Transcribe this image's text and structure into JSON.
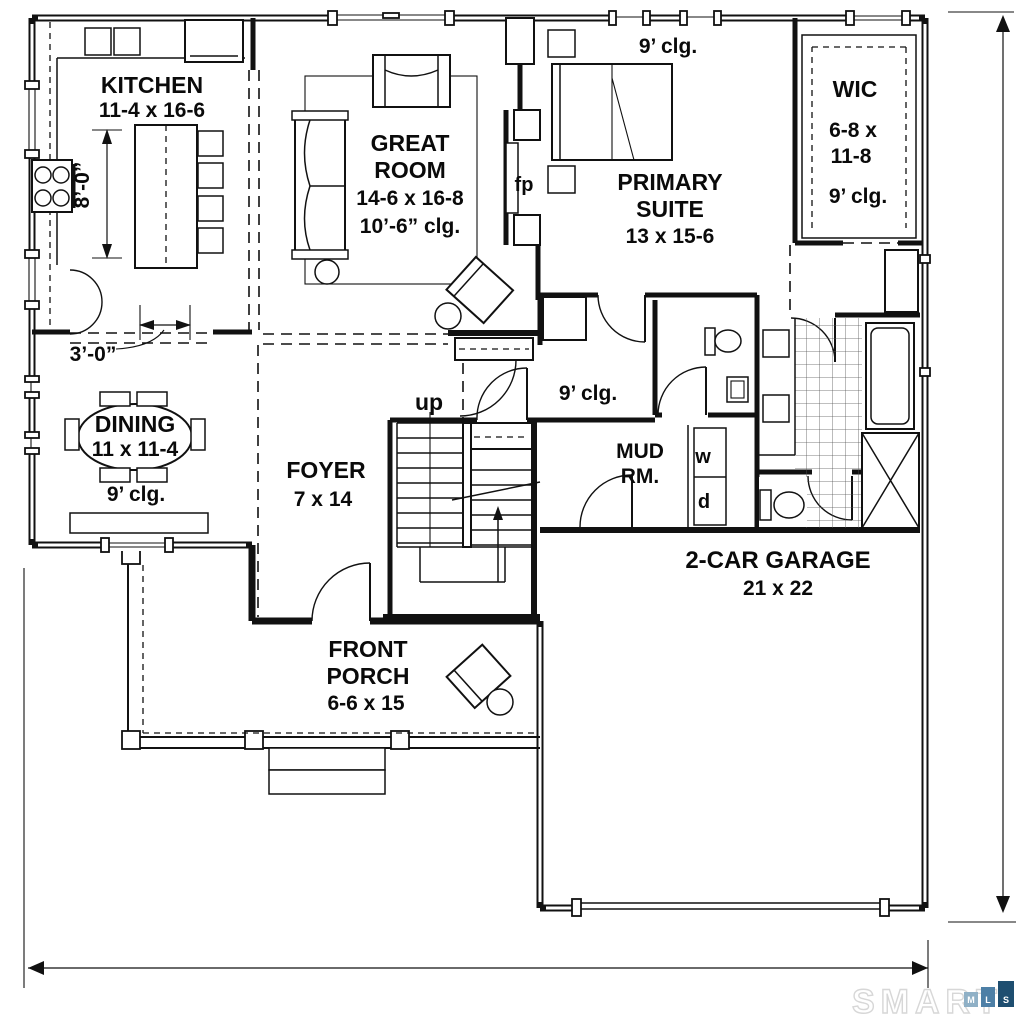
{
  "rooms": {
    "kitchen": {
      "name": "KITCHEN",
      "dims": "11-4 x 16-6"
    },
    "great_room": {
      "name_line1": "GREAT",
      "name_line2": "ROOM",
      "dims": "14-6 x 16-8",
      "ceiling": "10’-6” clg."
    },
    "primary_suite": {
      "ceiling": "9’ clg.",
      "name_line1": "PRIMARY",
      "name_line2": "SUITE",
      "dims": "13 x 15-6"
    },
    "wic": {
      "name": "WIC",
      "dims_line1": "6-8 x",
      "dims_line2": "11-8",
      "ceiling": "9’ clg."
    },
    "dining": {
      "name": "DINING",
      "dims": "11 x 11-4",
      "ceiling": "9’ clg."
    },
    "foyer": {
      "name": "FOYER",
      "dims": "7 x 14"
    },
    "hall": {
      "ceiling": "9’ clg."
    },
    "mud_room": {
      "name_line1": "MUD",
      "name_line2": "RM."
    },
    "garage": {
      "name": "2-CAR GARAGE",
      "dims": "21 x 22"
    },
    "front_porch": {
      "name_line1": "FRONT",
      "name_line2": "PORCH",
      "dims": "6-6 x 15"
    }
  },
  "annotations": {
    "stairs_up": "up",
    "fireplace": "fp",
    "washer": "w",
    "dryer": "d",
    "island_clearance": "8’-0”",
    "walkway_width": "3’-0”"
  },
  "watermark": {
    "brand": "SMART",
    "box_letters": [
      "M",
      "L",
      "S"
    ],
    "box_colors": [
      "#8fb0c6",
      "#4d7fa6",
      "#1e4e70"
    ],
    "text_color": "#d7d7d7"
  },
  "colors": {
    "ink": "#111111",
    "background": "#ffffff"
  }
}
